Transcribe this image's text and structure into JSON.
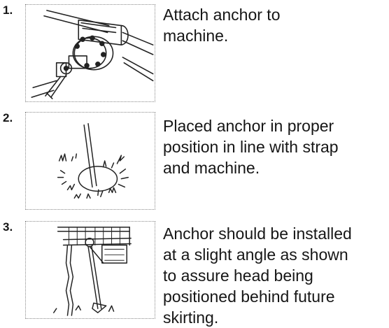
{
  "steps": [
    {
      "number": "1.",
      "lines": [
        "Attach anchor to",
        "machine."
      ],
      "illustration": "anchor-attached-to-machine"
    },
    {
      "number": "2.",
      "lines": [
        "Placed anchor in proper",
        "position in line with strap",
        "and machine."
      ],
      "illustration": "anchor-placed-in-ground"
    },
    {
      "number": "3.",
      "lines": [
        "Anchor should be installed",
        "at a slight angle as shown",
        "to assure head being",
        "positioned behind future",
        "skirting."
      ],
      "illustration": "anchor-installed-at-angle"
    }
  ]
}
